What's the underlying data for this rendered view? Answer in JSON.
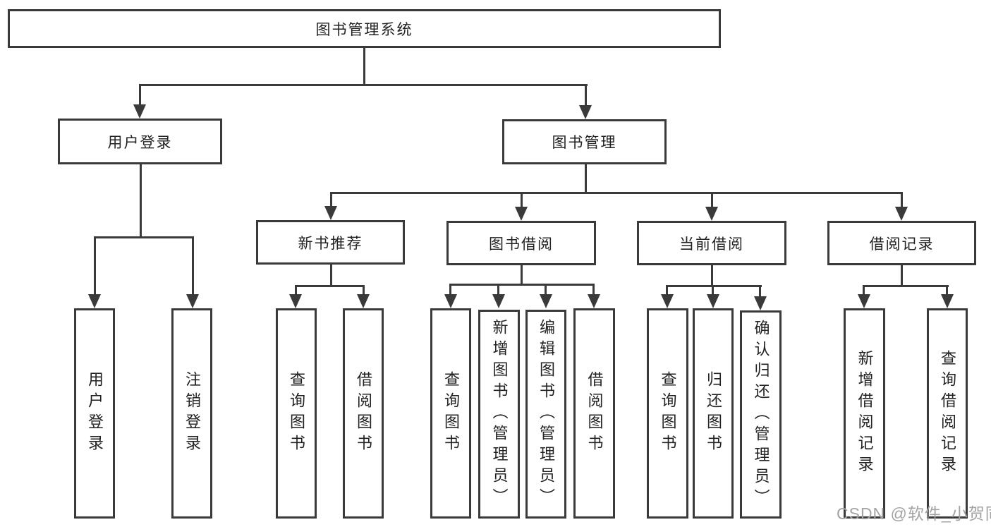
{
  "colors": {
    "line": "#3a3a3a",
    "box-border": "#3a3a3a",
    "box-fill": "#ffffff",
    "text": "#222222",
    "watermark": "#a3a3a3",
    "background": "#ffffff"
  },
  "tree": {
    "root": {
      "label": "图书管理系统"
    },
    "children": [
      {
        "label": "用户登录",
        "children": [
          {
            "label": "用户登录"
          },
          {
            "label": "注销登录"
          }
        ]
      },
      {
        "label": "图书管理",
        "children": [
          {
            "label": "新书推荐",
            "children": [
              {
                "label": "查询图书"
              },
              {
                "label": "借阅图书"
              }
            ]
          },
          {
            "label": "图书借阅",
            "children": [
              {
                "label": "查询图书"
              },
              {
                "label": "新增图书（管理员）"
              },
              {
                "label": "编辑图书（管理员）"
              },
              {
                "label": "借阅图书"
              }
            ]
          },
          {
            "label": "当前借阅",
            "children": [
              {
                "label": "查询图书"
              },
              {
                "label": "归还图书"
              },
              {
                "label": "确认归还（管理员）"
              }
            ]
          },
          {
            "label": "借阅记录",
            "children": [
              {
                "label": "新增借阅记录"
              },
              {
                "label": "查询借阅记录"
              }
            ]
          }
        ]
      }
    ]
  },
  "watermark": {
    "text": "CSDN @软件_小贺同学"
  }
}
